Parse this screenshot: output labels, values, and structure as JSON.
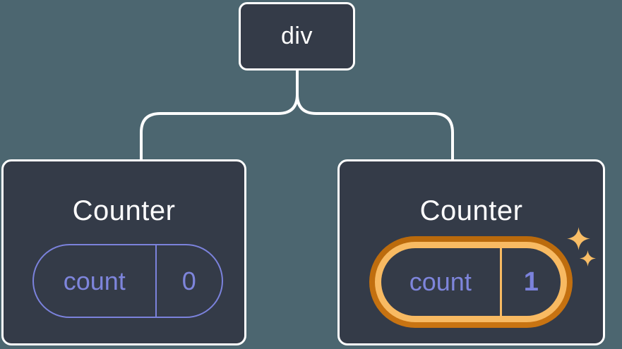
{
  "diagram": {
    "root_node": {
      "label": "div"
    },
    "counters": [
      {
        "title": "Counter",
        "state_key": "count",
        "state_value": "0",
        "highlighted": false
      },
      {
        "title": "Counter",
        "state_key": "count",
        "state_value": "1",
        "highlighted": true
      }
    ],
    "icons": {
      "sparkle_large": "sparkle-icon",
      "sparkle_small": "sparkle-icon"
    },
    "colors": {
      "background": "#4C6670",
      "node_fill": "#343B48",
      "node_border": "#FFFFFF",
      "connector": "#FFFFFF",
      "state_accent": "#7B82DC",
      "highlight_ring_outer": "#C26E0E",
      "highlight_ring_inner": "#F8BA62",
      "sparkle": "#F8BD66",
      "title_text": "#FFFFFF"
    }
  }
}
